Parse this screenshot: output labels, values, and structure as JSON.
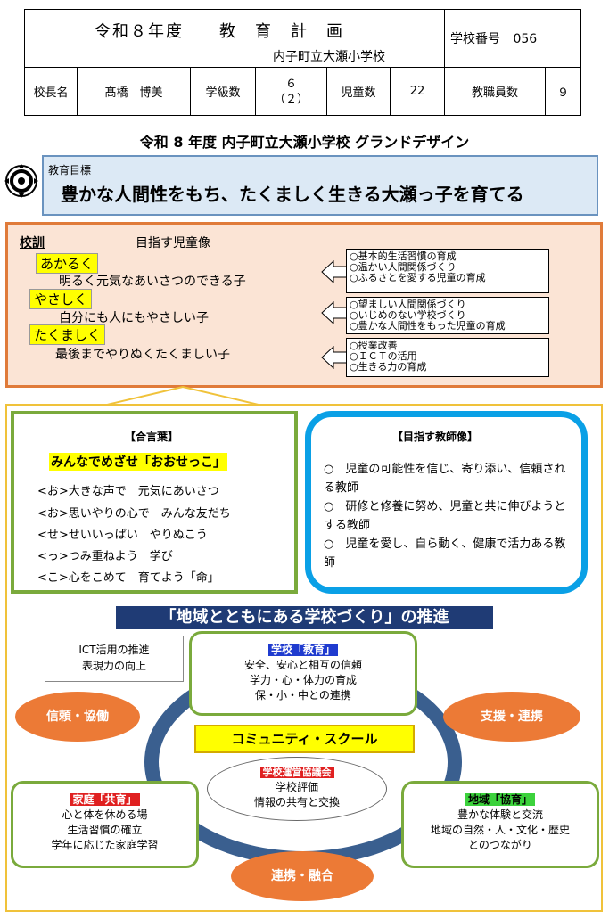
{
  "header": {
    "title": "令和８年度　　教　育　計　画",
    "school": "内子町立大瀬小学校",
    "school_no_label": "学校番号",
    "school_no": "056",
    "principal_label": "校長名",
    "principal": "髙橋　博美",
    "classes_label": "学級数",
    "classes": "６",
    "classes_sub": "（２）",
    "students_label": "児童数",
    "students": "22",
    "staff_label": "教職員数",
    "staff": "９"
  },
  "grand_design": "令和 8 年度 内子町立大瀬小学校 グランドデザイン",
  "goal": {
    "label": "教育目標",
    "text": "豊かな人間性をもち、たくましく生きる大瀬っ子を育てる"
  },
  "motto": {
    "label": "校訓",
    "aim_label": "目指す児童像",
    "items": [
      {
        "kw": "あかるく",
        "desc": "明るく元気なあいさつのできる子",
        "points": [
          "○基本的生活習慣の育成",
          "○温かい人間関係づくり",
          "○ふるさとを愛する児童の育成"
        ]
      },
      {
        "kw": "やさしく",
        "desc": "自分にも人にもやさしい子",
        "points": [
          "○望ましい人間関係づくり",
          "○いじめのない学校づくり",
          "○豊かな人間性をもった児童の育成"
        ]
      },
      {
        "kw": "たくましく",
        "desc": "最後までやりぬくたくましい子",
        "points": [
          "○授業改善",
          "○ＩＣＴの活用",
          "○生きる力の育成"
        ]
      }
    ]
  },
  "aikotoba": {
    "heading": "【合言葉】",
    "slogan": "みんなでめざせ「おおせっこ」",
    "lines": [
      "<お>大きな声で　元気にあいさつ",
      "<お>思いやりの心で　みんな友だち",
      "<せ>せいいっぱい　やりぬこう",
      "<っ>つみ重ねよう　学び",
      "<こ>心をこめて　育てよう「命」"
    ]
  },
  "teacher": {
    "heading": "【目指す教師像】",
    "items": [
      "○　児童の可能性を信じ、寄り添い、信頼される教師",
      "○　研修と修養に努め、児童と共に伸びようとする教師",
      "○　児童を愛し、自ら動く、健康で活力ある教師"
    ]
  },
  "banner": "「地域とともにある学校づくり」の推進",
  "ict": [
    "ICT活用の推進",
    "表現力の向上"
  ],
  "school_box": {
    "label": "学校「教育」",
    "lines": [
      "安全、安心と相互の信頼",
      "学力・心・体力の育成",
      "保・小・中との連携"
    ]
  },
  "home_box": {
    "label": "家庭「共育」",
    "lines": [
      "心と体を休める場",
      "生活習慣の確立",
      "学年に応じた家庭学習"
    ]
  },
  "region_box": {
    "label": "地域「協育」",
    "lines": [
      "豊かな体験と交流",
      "地域の自然・人・文化・歴史",
      "とのつながり"
    ]
  },
  "ovals": {
    "trust": "信頼・協働",
    "support": "支援・連携",
    "fusion": "連携・融合"
  },
  "community": "コミュニティ・スクール",
  "council": {
    "label": "学校運営協議会",
    "lines": [
      "学校評価",
      "情報の共有と交換"
    ]
  },
  "colors": {
    "accent_orange": "#ec7a36",
    "navy": "#1f3b75",
    "green": "#7aaa3c",
    "sky": "#0aa0e6"
  }
}
